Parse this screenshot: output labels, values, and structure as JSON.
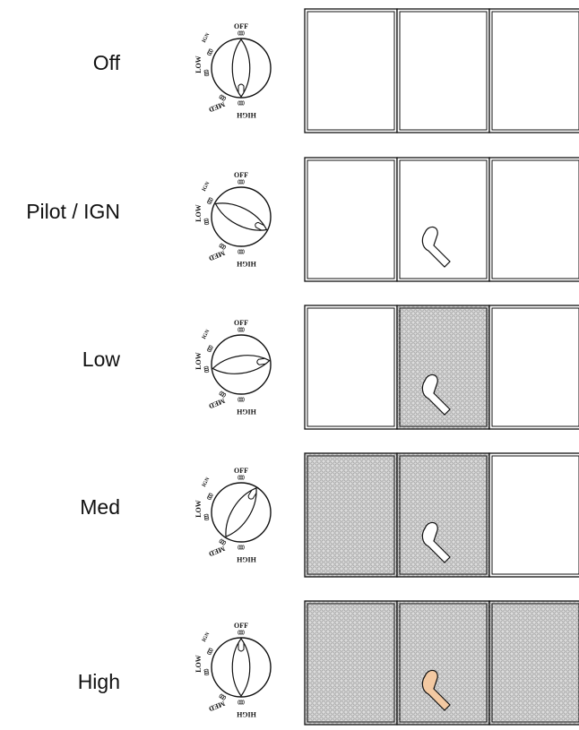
{
  "dial_labels": {
    "off": "OFF",
    "low": "LOW",
    "med": "MED",
    "high": "HIGH",
    "ign": "IGN"
  },
  "rows": [
    {
      "label": "Off",
      "pointer_angle": 0,
      "lit_panels": [
        false,
        false,
        false
      ],
      "hand_color": "#ffffff"
    },
    {
      "label": "Pilot / IGN",
      "pointer_angle": -63,
      "lit_panels": [
        false,
        false,
        false
      ],
      "hand_color": "#ffffff"
    },
    {
      "label": "Low",
      "pointer_angle": -98,
      "lit_panels": [
        false,
        true,
        false
      ],
      "hand_color": "#ffffff"
    },
    {
      "label": "Med",
      "pointer_angle": -148,
      "lit_panels": [
        true,
        true,
        false
      ],
      "hand_color": "#ffffff"
    },
    {
      "label": "High",
      "pointer_angle": 180,
      "lit_panels": [
        true,
        true,
        true
      ],
      "hand_color": "#f3c9a2"
    }
  ],
  "colors": {
    "outline": "#111111",
    "panel_fill": "#ffffff",
    "lit_fill": "#dcdcdc",
    "lit_dot": "#9a9a9a"
  }
}
